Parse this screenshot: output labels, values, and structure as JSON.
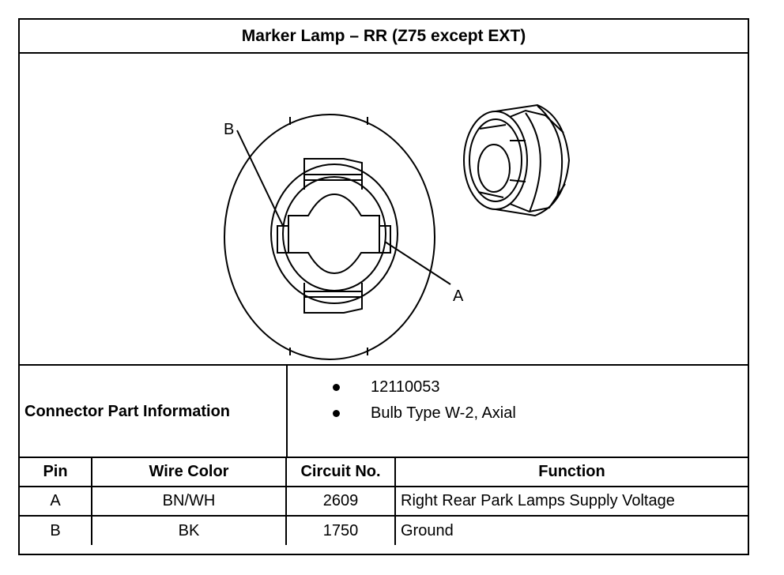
{
  "title": "Marker Lamp – RR (Z75 except EXT)",
  "diagram": {
    "callout_b": "B",
    "callout_a": "A"
  },
  "connector_info": {
    "label": "Connector Part Information",
    "items": [
      "12110053",
      "Bulb Type W-2, Axial"
    ]
  },
  "pin_table": {
    "headers": [
      "Pin",
      "Wire Color",
      "Circuit No.",
      "Function"
    ],
    "rows": [
      [
        "A",
        "BN/WH",
        "2609",
        "Right Rear Park Lamps Supply Voltage"
      ],
      [
        "B",
        "BK",
        "1750",
        "Ground"
      ]
    ]
  }
}
